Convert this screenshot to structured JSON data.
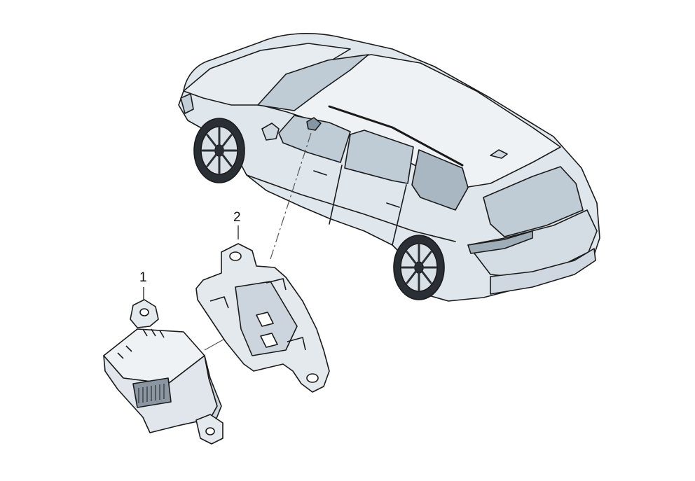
{
  "diagram": {
    "callouts": [
      {
        "id": "1",
        "label": "1"
      },
      {
        "id": "2",
        "label": "2"
      }
    ],
    "colors": {
      "body": "#dfe6ec",
      "body_light": "#eef2f5",
      "glass": "#bfcbd5",
      "glass_dark": "#a9b7c3",
      "line": "#1a1a1a",
      "part_fill": "#e4e9ee",
      "part_shade": "#ccd5dd"
    }
  }
}
